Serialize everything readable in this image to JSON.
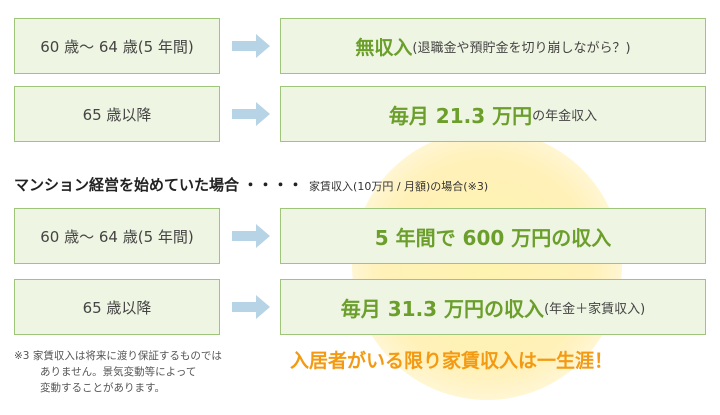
{
  "rows": [
    {
      "age": "60 歳～ 64 歳(5 年間)",
      "income_main": "無収入",
      "income_sub": "(退職金や預貯金を切り崩しながら？)"
    },
    {
      "age": "65 歳以降",
      "income_prefix": "毎月 21.3 万円",
      "income_sub": "の年金収入"
    }
  ],
  "heading": {
    "main": "マンション経営を始めていた場合",
    "dots": "・・・・",
    "note": "家賃収入(10万円 / 月額)の場合(※3)"
  },
  "rows_with_mansion": [
    {
      "age": "60 歳～ 64 歳(5 年間)",
      "income_main": "5 年間で 600 万円の収入"
    },
    {
      "age": "65 歳以降",
      "income_main": "毎月 31.3 万円の収入",
      "income_sub": "(年金＋家賃収入)"
    }
  ],
  "footnote": {
    "line1": "※3  家賃収入は将来に渡り保証するものでは",
    "line2": "ありません。景気変動等によって",
    "line3": "変動することがあります。"
  },
  "slogan": "入居者がいる限り家賃収入は一生涯！",
  "colors": {
    "box_fill": "#eef5e2",
    "box_border": "#9fc57a",
    "green_text": "#6b9e2b",
    "arrow": "#b7d3e6",
    "slogan": "#f39a12",
    "highlight": "#fff3b0"
  }
}
